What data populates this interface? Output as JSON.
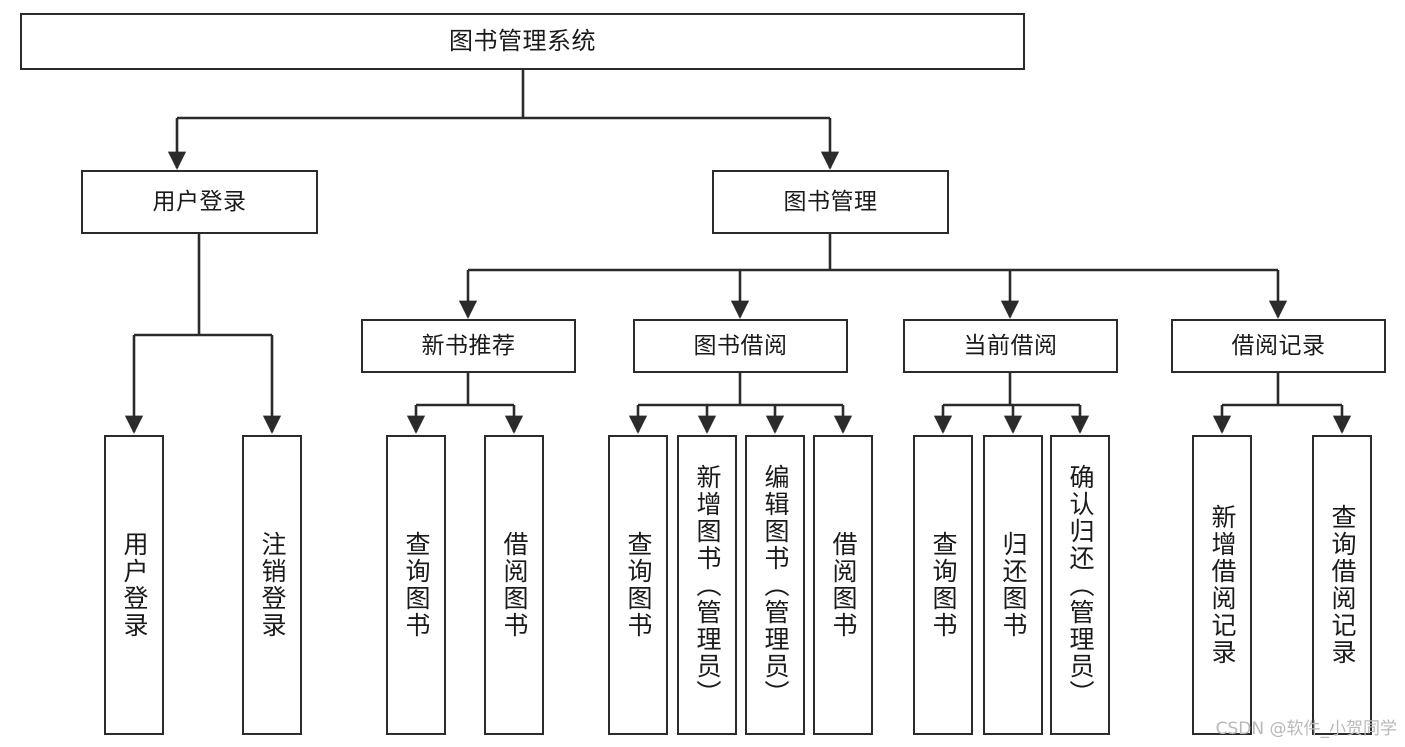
{
  "diagram": {
    "type": "tree",
    "title": "图书管理系统",
    "orientation": "top-down",
    "colors": {
      "box_border": "#2b2b2b",
      "box_fill": "#ffffff",
      "edge": "#2b2b2b",
      "text": "#1a1a1a",
      "watermark": "#b9b9b9",
      "background": "#ffffff"
    }
  },
  "watermark": {
    "text": "CSDN @软件_小贺同学"
  },
  "nodes": {
    "root": {
      "label": "图书管理系统",
      "level": 0
    },
    "level1": [
      {
        "id": "user-login",
        "label": "用户登录"
      },
      {
        "id": "book-management",
        "label": "图书管理"
      }
    ],
    "level2": [
      {
        "id": "new-book-recommend",
        "label": "新书推荐",
        "parent": "book-management"
      },
      {
        "id": "book-borrow",
        "label": "图书借阅",
        "parent": "book-management"
      },
      {
        "id": "current-borrow",
        "label": "当前借阅",
        "parent": "book-management"
      },
      {
        "id": "borrow-record",
        "label": "借阅记录",
        "parent": "book-management"
      }
    ],
    "leaves": [
      {
        "id": "leaf-user-login",
        "label": "用户登录",
        "parent": "user-login"
      },
      {
        "id": "leaf-user-logout",
        "label": "注销登录",
        "parent": "user-login"
      },
      {
        "id": "leaf-query-book-1",
        "label": "查询图书",
        "parent": "new-book-recommend"
      },
      {
        "id": "leaf-borrow-book-1",
        "label": "借阅图书",
        "parent": "new-book-recommend"
      },
      {
        "id": "leaf-query-book-2",
        "label": "查询图书",
        "parent": "book-borrow"
      },
      {
        "id": "leaf-add-book",
        "label": "新增图书（管理员）",
        "parent": "book-borrow"
      },
      {
        "id": "leaf-edit-book",
        "label": "编辑图书（管理员）",
        "parent": "book-borrow"
      },
      {
        "id": "leaf-borrow-book-2",
        "label": "借阅图书",
        "parent": "book-borrow"
      },
      {
        "id": "leaf-query-book-3",
        "label": "查询图书",
        "parent": "current-borrow"
      },
      {
        "id": "leaf-return-book",
        "label": "归还图书",
        "parent": "current-borrow"
      },
      {
        "id": "leaf-confirm-return",
        "label": "确认归还（管理员）",
        "parent": "current-borrow"
      },
      {
        "id": "leaf-add-borrow-record",
        "label": "新增借阅记录",
        "parent": "borrow-record"
      },
      {
        "id": "leaf-query-borrow-record",
        "label": "查询借阅记录",
        "parent": "borrow-record"
      }
    ]
  }
}
